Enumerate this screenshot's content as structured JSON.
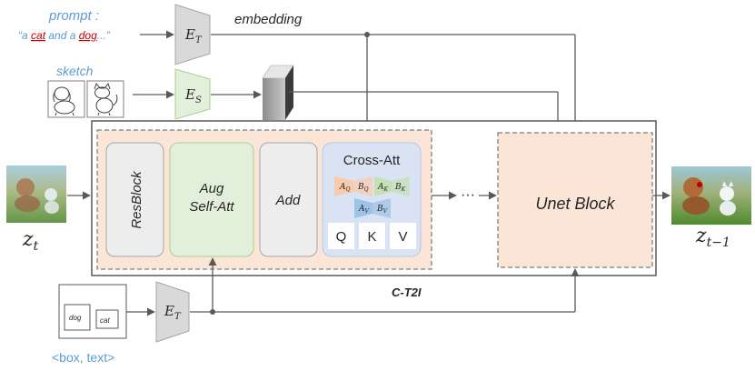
{
  "prompt": {
    "label": "prompt :",
    "text_open": "“a ",
    "word_cat": "cat",
    "text_and": " and a ",
    "word_dog": "dog",
    "text_close": "...”"
  },
  "sketch_label": "sketch",
  "encoder_text": {
    "main": "E",
    "sub": "T"
  },
  "encoder_sketch": {
    "main": "E",
    "sub": "S"
  },
  "encoder_box": {
    "main": "E",
    "sub": "T"
  },
  "embedding_label": "embedding",
  "blocks": {
    "resblock": "ResBlock",
    "aug_line1": "Aug",
    "aug_line2": "Self-Att",
    "add": "Add",
    "cross_att": "Cross-Att",
    "q": "Q",
    "k": "K",
    "v": "V",
    "aq": {
      "main": "A",
      "sub": "Q"
    },
    "bq": {
      "main": "B",
      "sub": "Q"
    },
    "ak": {
      "main": "A",
      "sub": "K"
    },
    "bk": {
      "main": "B",
      "sub": "K"
    },
    "av": {
      "main": "A",
      "sub": "V"
    },
    "bv": {
      "main": "B",
      "sub": "V"
    },
    "ellipsis": "···",
    "unet": "Unet Block"
  },
  "ct2i_label": "C-T2I",
  "z_t": {
    "main": "z",
    "sub": "t"
  },
  "z_t1": {
    "main": "z",
    "sub": "t−1"
  },
  "box_input": {
    "dog": "dog",
    "cat": "cat",
    "label": "<box, text>"
  },
  "colors": {
    "blue_label": "#5b9bd5",
    "red_word": "#c00000",
    "peach": "#fbe5d6",
    "green": "#e2efda",
    "gray_block": "#ededed",
    "cross_att_bg": "#dae3f3",
    "line": "#595959"
  }
}
